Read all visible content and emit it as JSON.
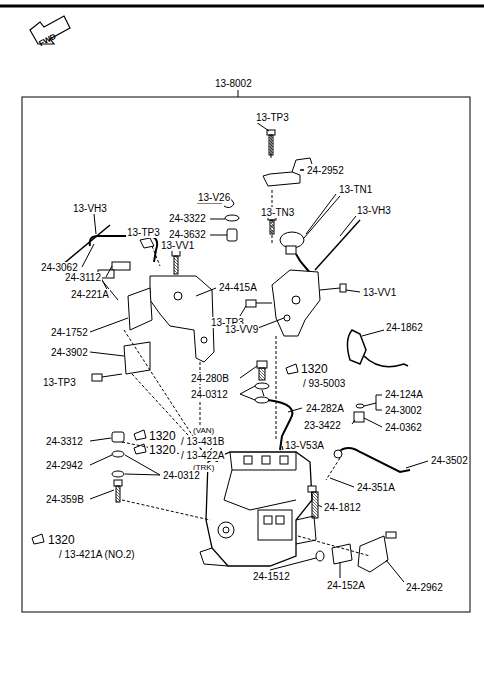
{
  "diagram": {
    "labels": [
      "FWD",
      "13-8002",
      "13-TP3",
      "24-2952",
      "13-TN1",
      "13-V26",
      "24-3322",
      "24-3632",
      "13-TN3",
      "13-VH3",
      "13-VH3",
      "13-TP3",
      "13-VV1",
      "24-3062",
      "24-3112",
      "24-221A",
      "24-415A",
      "13-TP3",
      "13-VV1",
      "13-VV9",
      "24-1752",
      "24-3902",
      "24-1862",
      "13-TP3",
      "24-280B",
      "1320",
      "/ 93-5003",
      "24-0312",
      "24-124A",
      "24-282A",
      "24-3002",
      "23-3422",
      "24-0362",
      "(VAN)",
      "24-3312",
      "1320",
      "/ 13-431B",
      "1320",
      "/ 13-422A",
      "(TRK)",
      "13-V53A",
      "24-3502",
      "24-2942",
      "24-0312",
      "24-351A",
      "24-359B",
      "24-1812",
      "1320",
      "/ 13-421A (NO.2)",
      "24-1512",
      "24-152A",
      "24-2962"
    ]
  }
}
